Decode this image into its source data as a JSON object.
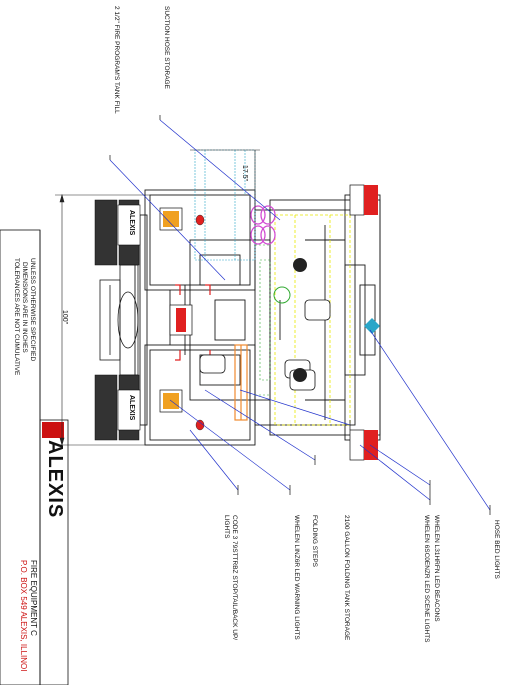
{
  "callouts": {
    "tank_fill": "2 1/2\" FIRE PROGRAM'S TANK FILL",
    "suction_hose": "SUCTION HOSE STORAGE",
    "hose_bed_lights": "HOSE BED LIGHTS",
    "beacons": "WHELEN L31HRFN LED BEACONS",
    "scene_lights": "WHELEN 6SC0ENZR LED SCENE LIGHTS",
    "tank_storage": "2100 GALLON FOLDING TANK STORAGE",
    "folding_steps": "FOLDING STEPS",
    "warning_lights": "WHELEN LINZ6R LED WARNING LIGHTS",
    "stop_tail_line1": "CODE 3 79STTRBZ STOP/TAIL/BACK UP/",
    "stop_tail_line2": "LIGHTS"
  },
  "dimensions": {
    "width": "100\"",
    "offset": "17.5\""
  },
  "brand": {
    "mudflap_text": "ALEXIS",
    "center_plate": "ALEXIS"
  },
  "title_block": {
    "notes_line1": "UNLESS OTHERWISE SPECIFIED",
    "notes_line2": "DIMENSIONS ARE IN INCHES",
    "notes_line3": "TOLERANCES ARE NOT CUMULATIVE",
    "logo": "ALEXIS",
    "company": "FIRE EQUIPMENT C",
    "address": "P.O. BOX 549 ALEXIS, ILLINOI"
  },
  "colors": {
    "line": "#1a1a1a",
    "leader": "#2233cc",
    "hidden": "#33aa33",
    "hose_bed": "#e8e800",
    "amber": "#f0a020",
    "red": "#e02020",
    "orange": "#f08a30",
    "magenta": "#d24cd2",
    "cyan": "#2aa6c8",
    "logo_red": "#cc1111"
  }
}
